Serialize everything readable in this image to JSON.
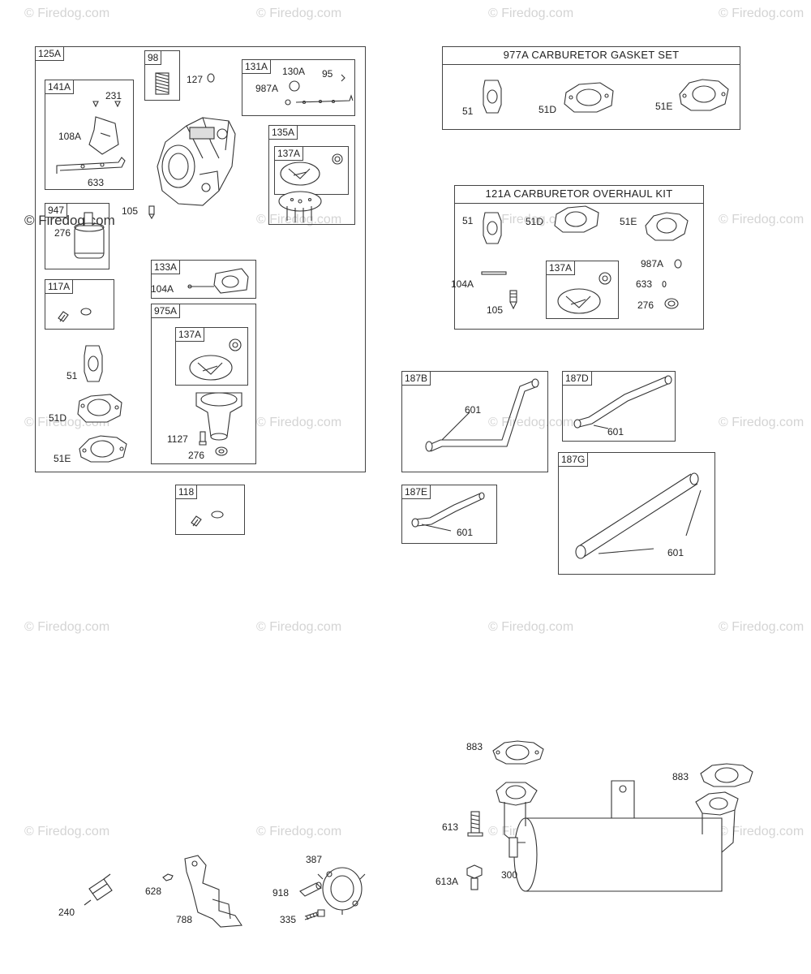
{
  "watermark": "© Firedog.com",
  "boxes": {
    "b125A": "125A",
    "b98": "98",
    "b141A": "141A",
    "b131A": "131A",
    "b135A": "135A",
    "b137A_1": "137A",
    "b947": "947",
    "b133A": "133A",
    "b117A": "117A",
    "b975A": "975A",
    "b137A_2": "137A",
    "b118": "118",
    "b137A_3": "137A",
    "b187B": "187B",
    "b187D": "187D",
    "b187E": "187E",
    "b187G": "187G"
  },
  "kits": {
    "gasket_set": "977A CARBURETOR GASKET SET",
    "overhaul_kit": "121A CARBURETOR OVERHAUL KIT"
  },
  "parts": {
    "p127": "127",
    "p231": "231",
    "p108A": "108A",
    "p633a": "633",
    "p130A": "130A",
    "p95": "95",
    "p987Aa": "987A",
    "p105a": "105",
    "p276a": "276",
    "p104Aa": "104A",
    "p51a": "51",
    "p51Da": "51D",
    "p51Ea": "51E",
    "p1127": "1127",
    "p276b": "276",
    "p51b": "51",
    "p51Db": "51D",
    "p51Eb": "51E",
    "p51c": "51",
    "p51Dc": "51D",
    "p51Ec": "51E",
    "p987Ab": "987A",
    "p104Ab": "104A",
    "p633b": "633",
    "p105b": "105",
    "p276c": "276",
    "p601a": "601",
    "p601b": "601",
    "p601c": "601",
    "p601d": "601",
    "p883a": "883",
    "p883b": "883",
    "p613": "613",
    "p613A": "613A",
    "p300": "300",
    "p240": "240",
    "p628": "628",
    "p788": "788",
    "p387": "387",
    "p918": "918",
    "p335": "335"
  }
}
